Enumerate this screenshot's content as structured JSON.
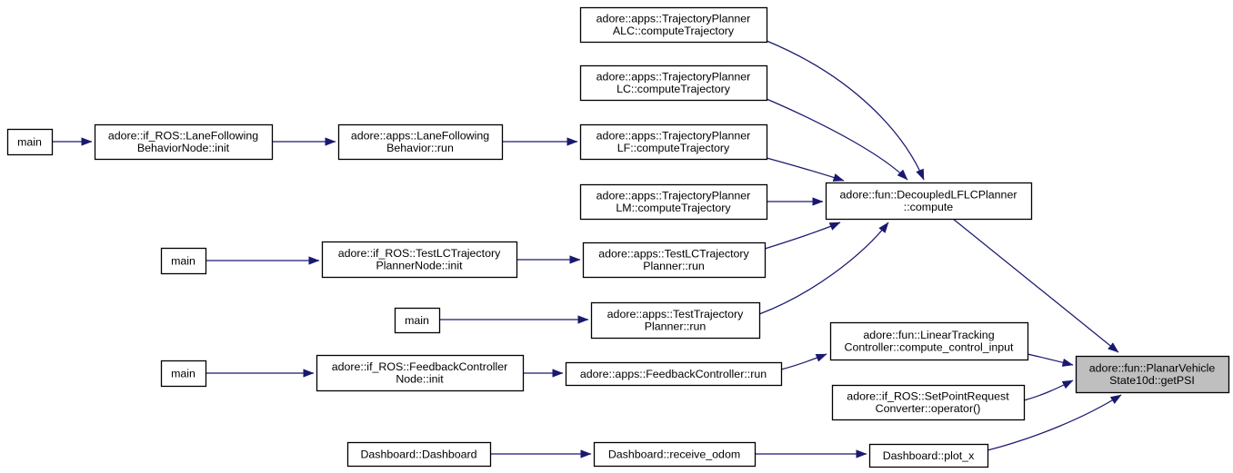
{
  "diagram": {
    "type": "call-graph",
    "colors": {
      "background": "#ffffff",
      "edge": "#191970",
      "node_fill": "#ffffff",
      "node_border": "#000000",
      "focal_fill": "#bfbfbf",
      "text": "#000000"
    },
    "nodes": [
      {
        "id": "main-1",
        "lines": [
          "main"
        ],
        "focal": false
      },
      {
        "id": "lanefollowing-behaviornode-init",
        "lines": [
          "adore::if_ROS::LaneFollowing",
          "BehaviorNode::init"
        ],
        "focal": false
      },
      {
        "id": "lanefollowing-behavior-run",
        "lines": [
          "adore::apps::LaneFollowing",
          "Behavior::run"
        ],
        "focal": false
      },
      {
        "id": "trajectoryplanner-alc-computetrajectory",
        "lines": [
          "adore::apps::TrajectoryPlanner",
          "ALC::computeTrajectory"
        ],
        "focal": false
      },
      {
        "id": "trajectoryplanner-lc-computetrajectory",
        "lines": [
          "adore::apps::TrajectoryPlanner",
          "LC::computeTrajectory"
        ],
        "focal": false
      },
      {
        "id": "trajectoryplanner-lf-computetrajectory",
        "lines": [
          "adore::apps::TrajectoryPlanner",
          "LF::computeTrajectory"
        ],
        "focal": false
      },
      {
        "id": "trajectoryplanner-lm-computetrajectory",
        "lines": [
          "adore::apps::TrajectoryPlanner",
          "LM::computeTrajectory"
        ],
        "focal": false
      },
      {
        "id": "decoupledlflcplanner-compute",
        "lines": [
          "adore::fun::DecoupledLFLCPlanner",
          "::compute"
        ],
        "focal": false
      },
      {
        "id": "main-2",
        "lines": [
          "main"
        ],
        "focal": false
      },
      {
        "id": "testlctrajectory-plannernode-init",
        "lines": [
          "adore::if_ROS::TestLCTrajectory",
          "PlannerNode::init"
        ],
        "focal": false
      },
      {
        "id": "testlctrajectory-planner-run",
        "lines": [
          "adore::apps::TestLCTrajectory",
          "Planner::run"
        ],
        "focal": false
      },
      {
        "id": "main-3",
        "lines": [
          "main"
        ],
        "focal": false
      },
      {
        "id": "testtrajectory-planner-run",
        "lines": [
          "adore::apps::TestTrajectory",
          "Planner::run"
        ],
        "focal": false
      },
      {
        "id": "main-4",
        "lines": [
          "main"
        ],
        "focal": false
      },
      {
        "id": "feedbackcontroller-node-init",
        "lines": [
          "adore::if_ROS::FeedbackController",
          "Node::init"
        ],
        "focal": false
      },
      {
        "id": "feedbackcontroller-run",
        "lines": [
          "adore::apps::FeedbackController::run"
        ],
        "focal": false
      },
      {
        "id": "lineartracking-controller-compute-control-input",
        "lines": [
          "adore::fun::LinearTracking",
          "Controller::compute_control_input"
        ],
        "focal": false
      },
      {
        "id": "setpointrequest-converter-operator",
        "lines": [
          "adore::if_ROS::SetPointRequest",
          "Converter::operator()"
        ],
        "focal": false
      },
      {
        "id": "dashboard-dashboard",
        "lines": [
          "Dashboard::Dashboard"
        ],
        "focal": false
      },
      {
        "id": "dashboard-receive-odom",
        "lines": [
          "Dashboard::receive_odom"
        ],
        "focal": false
      },
      {
        "id": "dashboard-plot-x",
        "lines": [
          "Dashboard::plot_x"
        ],
        "focal": false
      },
      {
        "id": "planarvehicle-state10d-getpsi",
        "lines": [
          "adore::fun::PlanarVehicle",
          "State10d::getPSI"
        ],
        "focal": true
      }
    ],
    "edges": [
      {
        "from": "main-1",
        "to": "lanefollowing-behaviornode-init"
      },
      {
        "from": "lanefollowing-behaviornode-init",
        "to": "lanefollowing-behavior-run"
      },
      {
        "from": "lanefollowing-behavior-run",
        "to": "trajectoryplanner-lf-computetrajectory"
      },
      {
        "from": "trajectoryplanner-alc-computetrajectory",
        "to": "decoupledlflcplanner-compute"
      },
      {
        "from": "trajectoryplanner-lc-computetrajectory",
        "to": "decoupledlflcplanner-compute"
      },
      {
        "from": "trajectoryplanner-lf-computetrajectory",
        "to": "decoupledlflcplanner-compute"
      },
      {
        "from": "trajectoryplanner-lm-computetrajectory",
        "to": "decoupledlflcplanner-compute"
      },
      {
        "from": "main-2",
        "to": "testlctrajectory-plannernode-init"
      },
      {
        "from": "testlctrajectory-plannernode-init",
        "to": "testlctrajectory-planner-run"
      },
      {
        "from": "testlctrajectory-planner-run",
        "to": "decoupledlflcplanner-compute"
      },
      {
        "from": "main-3",
        "to": "testtrajectory-planner-run"
      },
      {
        "from": "testtrajectory-planner-run",
        "to": "decoupledlflcplanner-compute"
      },
      {
        "from": "decoupledlflcplanner-compute",
        "to": "planarvehicle-state10d-getpsi"
      },
      {
        "from": "main-4",
        "to": "feedbackcontroller-node-init"
      },
      {
        "from": "feedbackcontroller-node-init",
        "to": "feedbackcontroller-run"
      },
      {
        "from": "feedbackcontroller-run",
        "to": "lineartracking-controller-compute-control-input"
      },
      {
        "from": "lineartracking-controller-compute-control-input",
        "to": "planarvehicle-state10d-getpsi"
      },
      {
        "from": "setpointrequest-converter-operator",
        "to": "planarvehicle-state10d-getpsi"
      },
      {
        "from": "dashboard-dashboard",
        "to": "dashboard-receive-odom"
      },
      {
        "from": "dashboard-receive-odom",
        "to": "dashboard-plot-x"
      },
      {
        "from": "dashboard-plot-x",
        "to": "planarvehicle-state10d-getpsi"
      }
    ]
  }
}
